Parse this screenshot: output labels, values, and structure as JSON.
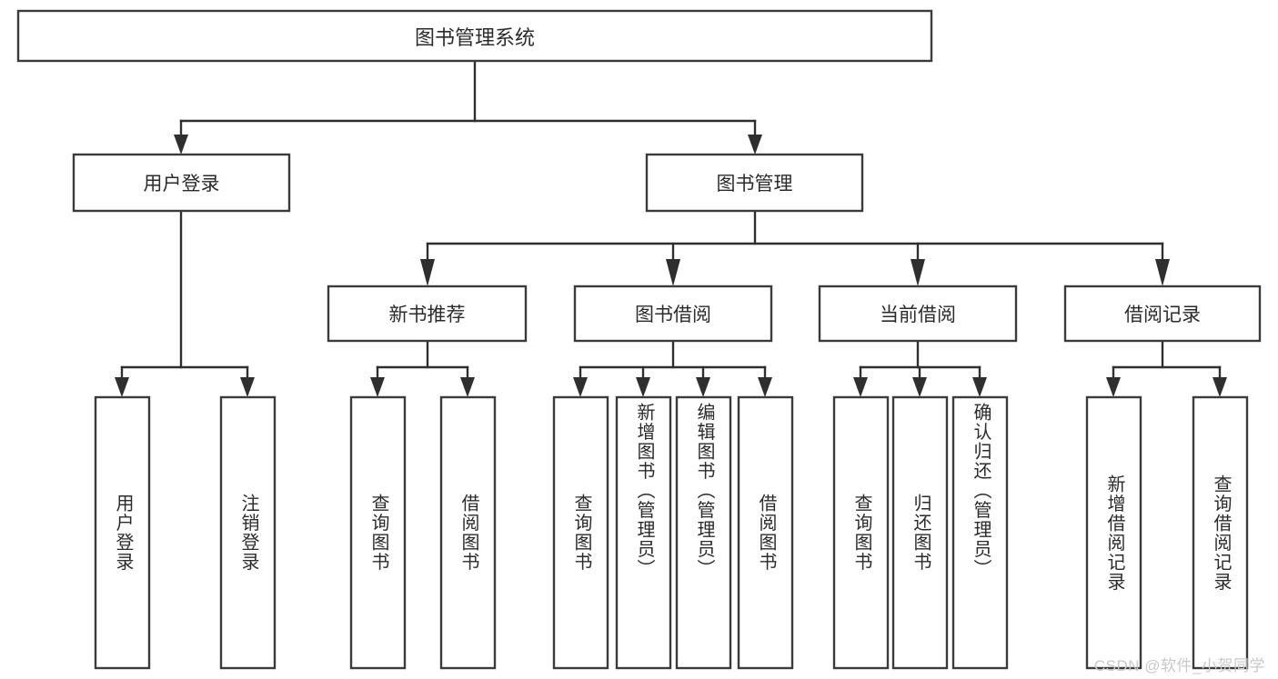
{
  "diagram": {
    "type": "tree-hierarchy-chart",
    "title": "图书管理系统",
    "style": {
      "box_fill": "#ffffff",
      "box_stroke": "#3b3b3b",
      "connector_color": "#2f2f2f",
      "text_color": "#2b2b2b",
      "background": "#ffffff",
      "watermark_color": "#c9c9c9"
    },
    "levels": {
      "level1": [
        {
          "id": "root",
          "label": "图书管理系统",
          "orientation": "horizontal"
        }
      ],
      "level2": [
        {
          "id": "user-login",
          "label": "用户登录",
          "orientation": "horizontal",
          "parent": "root"
        },
        {
          "id": "book-manage",
          "label": "图书管理",
          "orientation": "horizontal",
          "parent": "root"
        }
      ],
      "level3": [
        {
          "id": "new-book-rec",
          "label": "新书推荐",
          "orientation": "horizontal",
          "parent": "book-manage"
        },
        {
          "id": "book-borrow",
          "label": "图书借阅",
          "orientation": "horizontal",
          "parent": "book-manage"
        },
        {
          "id": "current-borrow",
          "label": "当前借阅",
          "orientation": "horizontal",
          "parent": "book-manage"
        },
        {
          "id": "borrow-record",
          "label": "借阅记录",
          "orientation": "horizontal",
          "parent": "book-manage"
        }
      ],
      "level4": [
        {
          "id": "leaf-user-login",
          "label": "用户登录",
          "orientation": "vertical",
          "parent": "user-login"
        },
        {
          "id": "leaf-user-logout",
          "label": "注销登录",
          "orientation": "vertical",
          "parent": "user-login"
        },
        {
          "id": "leaf-query-book-1",
          "label": "查询图书",
          "orientation": "vertical",
          "parent": "new-book-rec"
        },
        {
          "id": "leaf-borrow-book-1",
          "label": "借阅图书",
          "orientation": "vertical",
          "parent": "new-book-rec"
        },
        {
          "id": "leaf-query-book-2",
          "label": "查询图书",
          "orientation": "vertical",
          "parent": "book-borrow"
        },
        {
          "id": "leaf-add-book",
          "label": "新增图书（管理员）",
          "orientation": "vertical",
          "parent": "book-borrow"
        },
        {
          "id": "leaf-edit-book",
          "label": "编辑图书（管理员）",
          "orientation": "vertical",
          "parent": "book-borrow"
        },
        {
          "id": "leaf-borrow-book-2",
          "label": "借阅图书",
          "orientation": "vertical",
          "parent": "book-borrow"
        },
        {
          "id": "leaf-query-book-3",
          "label": "查询图书",
          "orientation": "vertical",
          "parent": "current-borrow"
        },
        {
          "id": "leaf-return-book",
          "label": "归还图书",
          "orientation": "vertical",
          "parent": "current-borrow"
        },
        {
          "id": "leaf-confirm-return",
          "label": "确认归还（管理员）",
          "orientation": "vertical",
          "parent": "current-borrow"
        },
        {
          "id": "leaf-add-record",
          "label": "新增借阅记录",
          "orientation": "vertical",
          "parent": "borrow-record"
        },
        {
          "id": "leaf-query-record",
          "label": "查询借阅记录",
          "orientation": "vertical",
          "parent": "borrow-record"
        }
      ]
    },
    "watermark": "CSDN @软件_小贺同学"
  }
}
